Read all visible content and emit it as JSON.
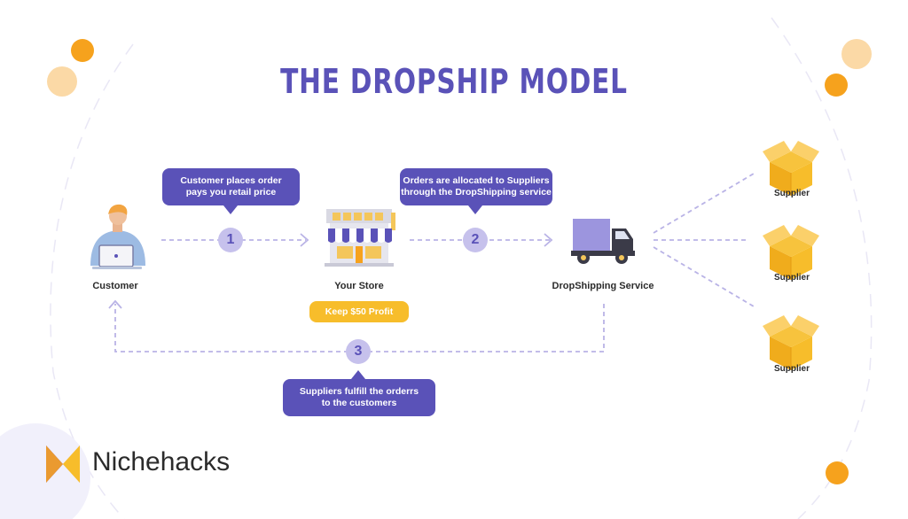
{
  "title": "THE DROPSHIP MODEL",
  "bubbles": {
    "customer_order": [
      "Customer places order",
      "pays you retail price"
    ],
    "allocation": [
      "Orders are allocated to Suppliers",
      "through the DropShipping service"
    ],
    "fulfill": [
      "Suppliers fulfill the orderrs",
      "to the customers"
    ]
  },
  "nodes": {
    "customer": "Customer",
    "store": "Your Store",
    "service": "DropShipping Service",
    "suppliers": [
      "Supplier",
      "Supplier",
      "Supplier"
    ]
  },
  "profit_badge": "Keep $50 Profit",
  "steps": [
    "1",
    "2",
    "3"
  ],
  "brand": "Nichehacks",
  "colors": {
    "primary": "#5a52b8",
    "accent": "#f7bd2b",
    "step_fill": "#c6c1ec",
    "dashed_line": "#b9b3e6",
    "orange_dot": "#f6a21d",
    "peach_dot": "#fbd9a6"
  }
}
